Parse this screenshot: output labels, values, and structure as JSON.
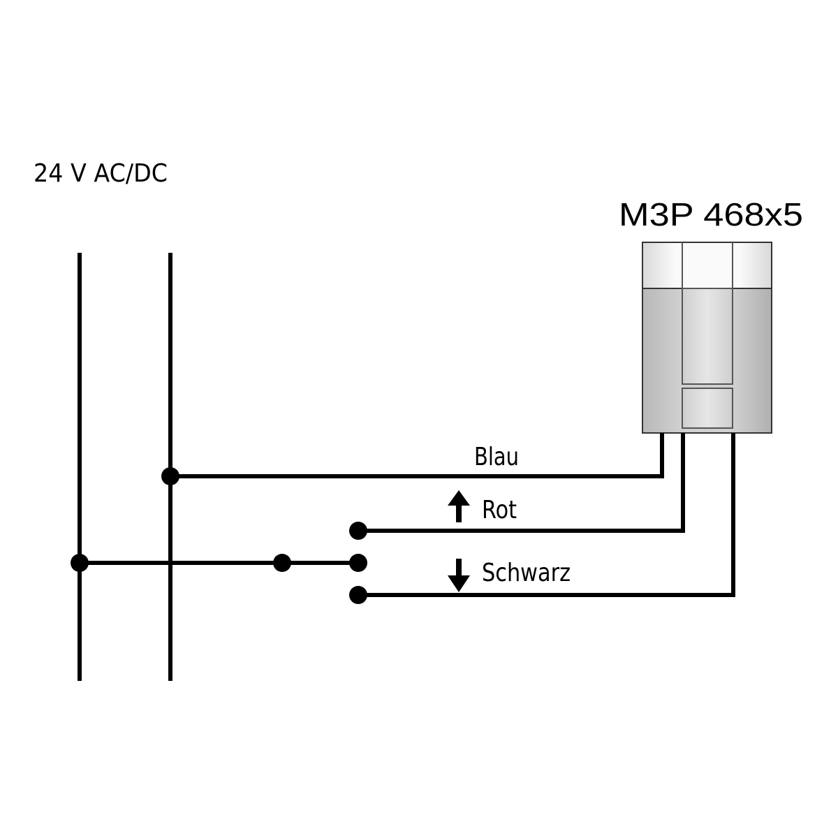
{
  "supply": {
    "voltage_label": "24  V AC/DC"
  },
  "device": {
    "model_label": "M3P 468x5"
  },
  "wires": {
    "blue_label": "Blau",
    "red_label": "Rot",
    "black_label": "Schwarz"
  },
  "colors": {
    "line": "#000000",
    "device_top": "#f4f4f4",
    "device_body": "#c8c8c8",
    "device_outline": "#333333"
  },
  "icons": {
    "red": "arrow-up-icon",
    "black": "arrow-down-icon"
  }
}
